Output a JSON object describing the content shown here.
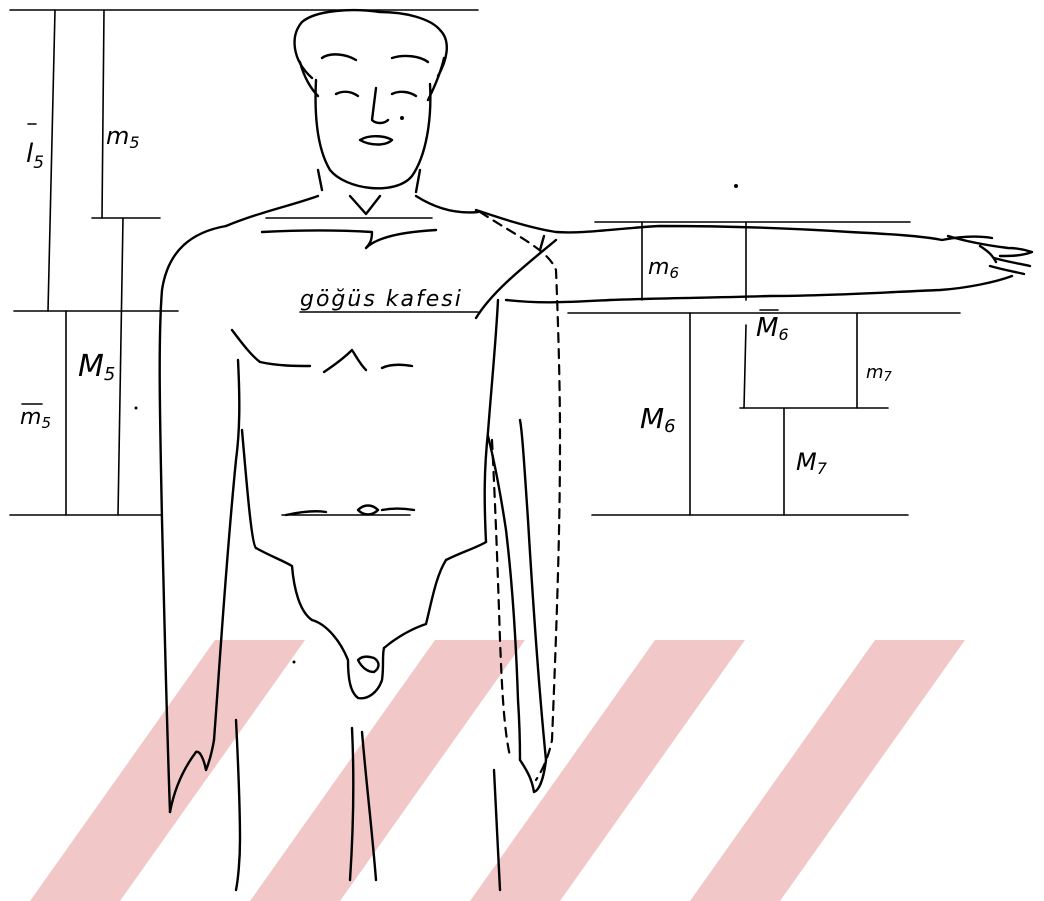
{
  "labels": {
    "l5": "l",
    "l5_sub": "5",
    "m5_top": "m",
    "m5_top_sub": "5",
    "M5": "M",
    "M5_sub": "5",
    "m5_bar": "m",
    "m5_bar_sub": "5",
    "m6": "m",
    "m6_sub": "6",
    "M6_bar": "M",
    "M6_bar_sub": "6",
    "M6": "M",
    "M6_sub": "6",
    "m7": "m",
    "m7_sub": "7",
    "M7": "M",
    "M7_sub": "7",
    "chest": "göğüs kafesi"
  },
  "colors": {
    "ink": "#000000",
    "watermark": "#f2c7c7",
    "background": "#ffffff"
  }
}
